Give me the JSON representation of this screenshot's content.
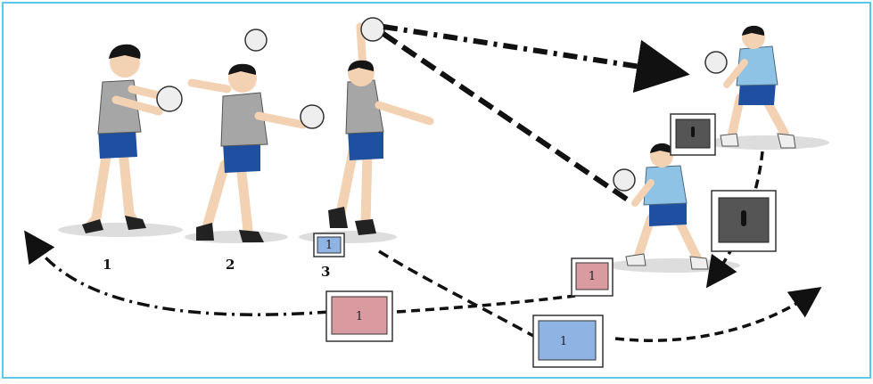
{
  "diagram": {
    "frame_color": "#5bc8e8",
    "step_labels": [
      "1",
      "2",
      "3"
    ],
    "cards": [
      {
        "label": "1",
        "color": "#d99ba0"
      },
      {
        "label": "1",
        "color": "#8fb3e2"
      },
      {
        "label": "1",
        "color": "#d99ba0"
      },
      {
        "label": "1",
        "color": "#8fb3e2"
      },
      {
        "label": "",
        "color": "#555555"
      },
      {
        "label": "",
        "color": "#555555"
      }
    ],
    "colors": {
      "shirt": "#a6a6a6",
      "shorts": "#1f4fa0",
      "receiver_shirt": "#8fc3e6",
      "skin": "#f3d2b4",
      "hair": "#151515",
      "path": "#111111"
    }
  }
}
